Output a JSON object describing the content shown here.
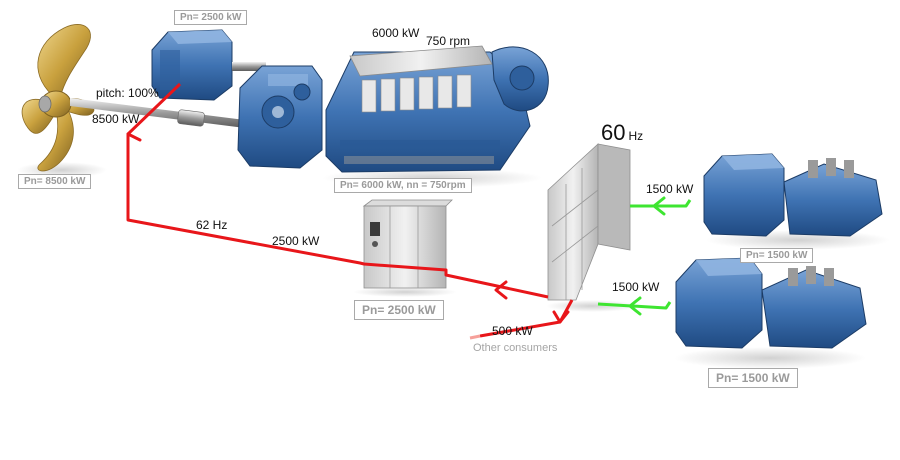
{
  "colors": {
    "red_flow": "#e8161a",
    "green_flow": "#3ee531",
    "equipment_blue": "#3f73b3",
    "propeller_gold": "#c9a13e",
    "rating_text": "#9a9a9a"
  },
  "labels": {
    "pitch": "pitch: 100%",
    "propeller_power": "8500 kW",
    "engine_power": "6000 kW",
    "engine_speed": "750 rpm",
    "grid_frequency_value": "60",
    "grid_frequency_unit": "Hz",
    "shaft_frequency": "62 Hz",
    "shaft_power": "2500 kW",
    "gen1_power": "1500 kW",
    "gen2_power": "1500 kW",
    "consumers_power": "500 kW",
    "consumers_label": "Other consumers"
  },
  "ratings": {
    "propeller": "Pn= 8500 kW",
    "motor": "Pn= 2500 kW",
    "engine": "Pn= 6000 kW, nn = 750rpm",
    "converter": "Pn= 2500 kW",
    "gen1": "Pn= 1500 kW",
    "gen2": "Pn= 1500 kW"
  }
}
